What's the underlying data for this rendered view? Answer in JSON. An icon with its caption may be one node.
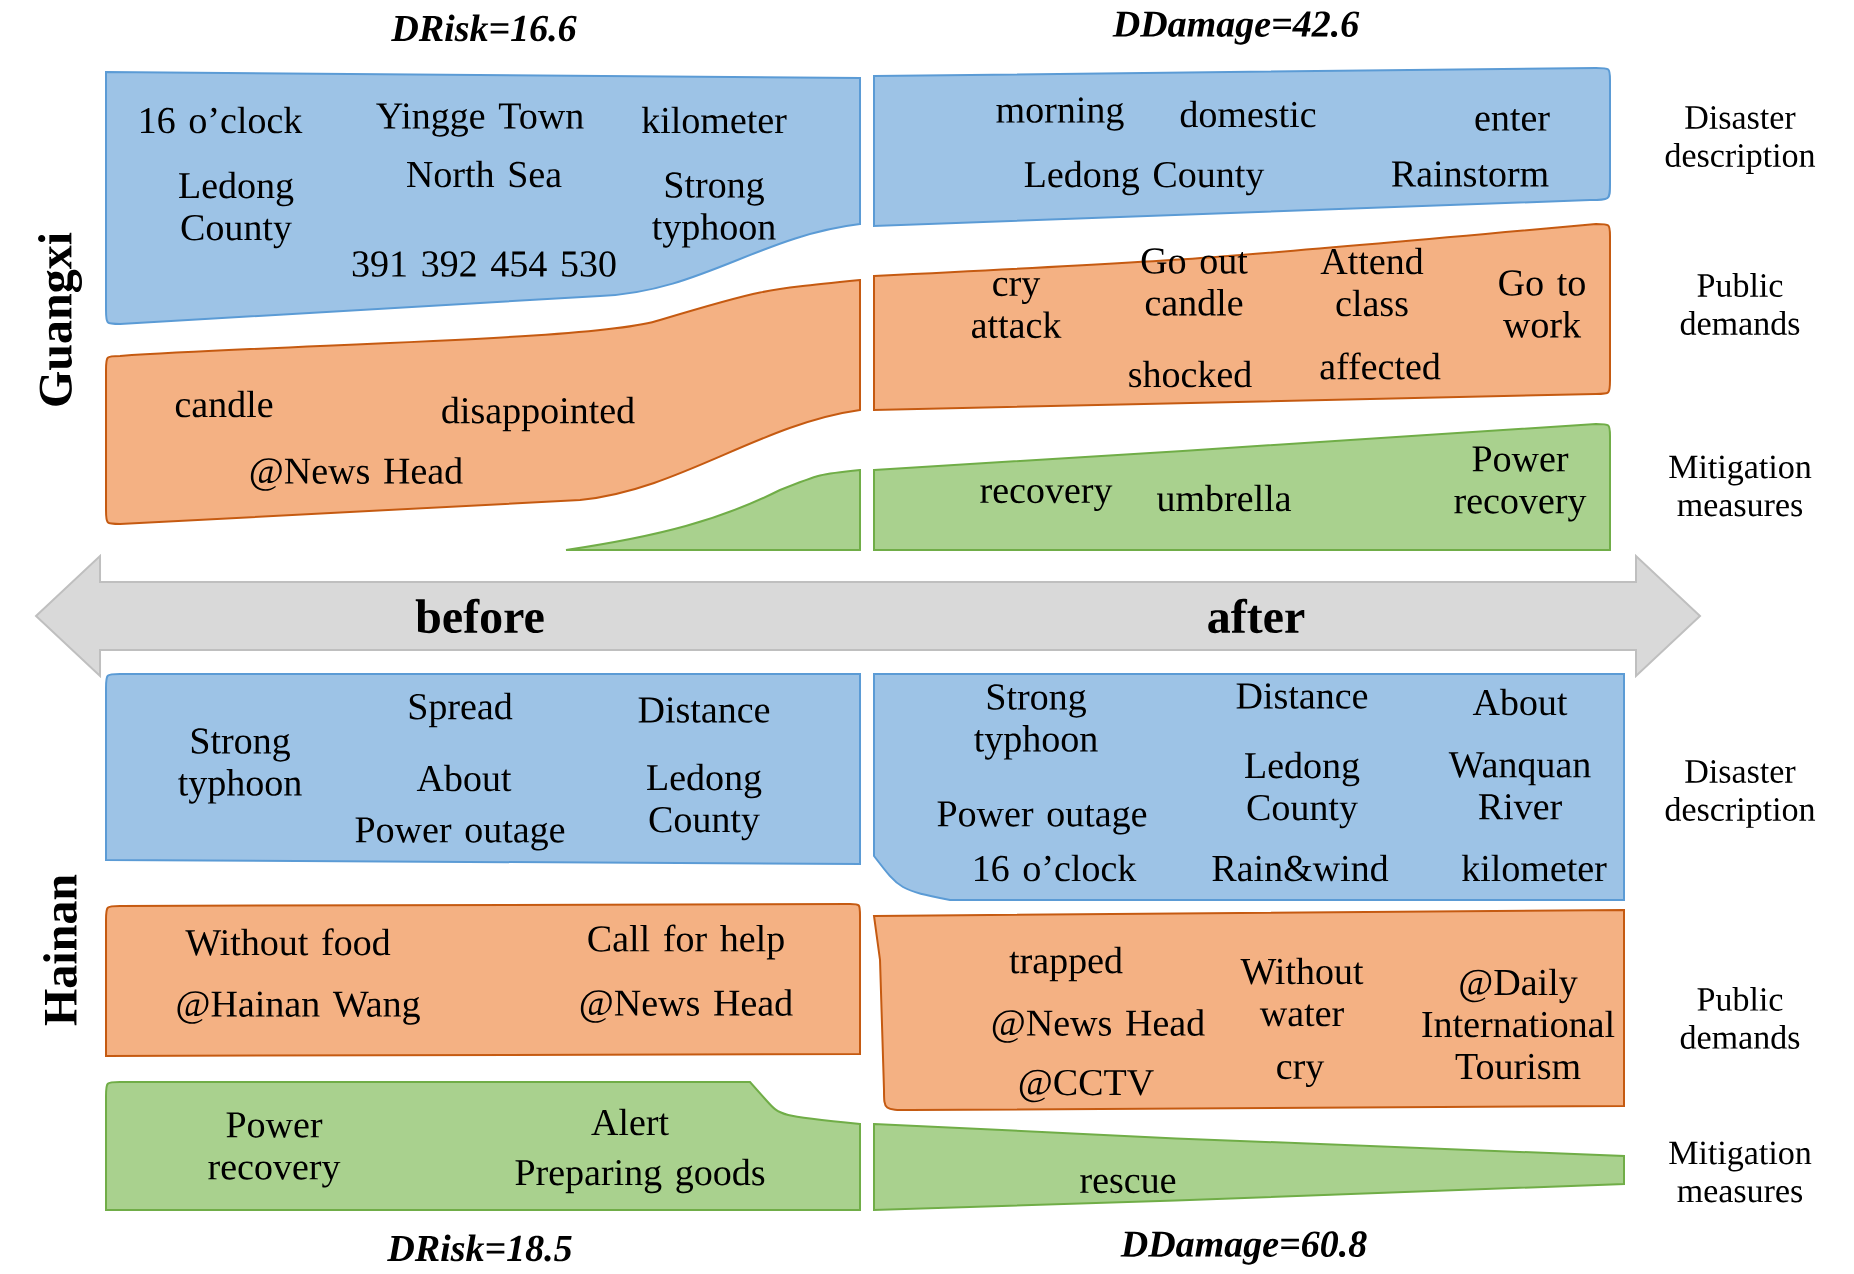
{
  "diagram": {
    "nodes": [
      {
        "text": [
          "16 o’clock",
          "Yingge Town",
          "kilometer",
          "Ledong County",
          "North Sea",
          "Strong typhoon",
          "391 392 454 530"
        ]
      },
      {
        "text": [
          "morning",
          "domestic",
          "enter",
          "Ledong County",
          "Rainstorm"
        ]
      },
      {
        "text": [
          "candle",
          "disappointed",
          "@News Head"
        ]
      },
      {
        "text": [
          "cry attack",
          "Go out candle",
          "Attend class",
          "Go to work",
          "shocked",
          "affected"
        ]
      },
      {
        "text": [],
        "shape": "band"
      },
      {
        "text": [
          "recovery",
          "umbrella",
          "Power recovery"
        ]
      },
      {
        "text": [
          "before",
          "after"
        ]
      },
      {
        "text": [
          "Strong typhoon",
          "Spread",
          "About",
          "Power outage",
          "Distance",
          "Ledong County"
        ]
      },
      {
        "text": [
          "Strong typhoon",
          "Distance",
          "About",
          "Ledong County",
          "Wanquan River",
          "Power outage",
          "16 o’clock",
          "Rain&wind",
          "kilometer"
        ]
      },
      {
        "text": [
          "Without food",
          "Call for help",
          "@Hainan Wang",
          "@News Head"
        ]
      },
      {
        "text": [
          "trapped",
          "Without water",
          "@News Head",
          "@Daily International Tourism",
          "@CCTV",
          "cry"
        ]
      },
      {
        "text": [
          "Power recovery",
          "Alert",
          "Preparing goods"
        ]
      },
      {
        "text": [
          "rescue"
        ]
      }
    ],
    "labels": [
      "DRisk=16.6",
      "DDamage=42.6",
      "Guangxi",
      "Disaster description",
      "Public demands",
      "Mitigation measures",
      "Hainan",
      "Disaster description",
      "Public demands",
      "Mitigation measures",
      "DRisk=18.5",
      "DDamage=60.8"
    ]
  }
}
